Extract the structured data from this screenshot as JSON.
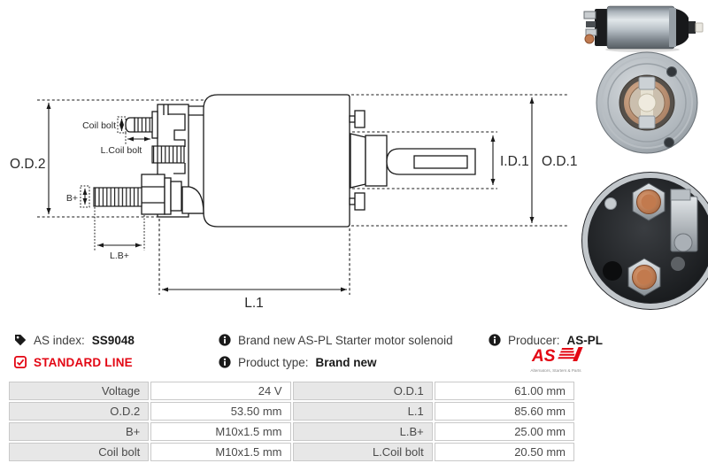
{
  "info": {
    "as_index_label": "AS index:",
    "as_index_value": "SS9048",
    "standard_line_label": "STANDARD LINE",
    "description": "Brand new AS-PL Starter motor solenoid",
    "product_type_label": "Product type:",
    "product_type_value": "Brand new",
    "producer_label": "Producer:",
    "producer_value": "AS-PL",
    "logo_text": "AS",
    "logo_tagline": "Alternators, Starters & Parts"
  },
  "drawing_labels": {
    "od2": "O.D.2",
    "od1": "O.D.1",
    "id1": "I.D.1",
    "l1": "L.1",
    "b_plus": "B+",
    "l_b_plus": "L.B+",
    "coil_bolt": "Coil bolt",
    "l_coil_bolt": "L.Coil bolt"
  },
  "colors": {
    "accent_red": "#e30613",
    "line": "#1a1a1a",
    "table_label_bg": "#e7e7e7",
    "table_value_bg": "#ffffff",
    "table_border": "#c9c9c9"
  },
  "table": {
    "rows": [
      {
        "label_left": "Voltage",
        "value_left": "24 V",
        "label_right": "O.D.1",
        "value_right": "61.00 mm"
      },
      {
        "label_left": "O.D.2",
        "value_left": "53.50 mm",
        "label_right": "L.1",
        "value_right": "85.60 mm"
      },
      {
        "label_left": "B+",
        "value_left": "M10x1.5 mm",
        "label_right": "L.B+",
        "value_right": "25.00 mm"
      },
      {
        "label_left": "Coil bolt",
        "value_left": "M10x1.5 mm",
        "label_right": "L.Coil bolt",
        "value_right": "20.50 mm"
      }
    ]
  }
}
